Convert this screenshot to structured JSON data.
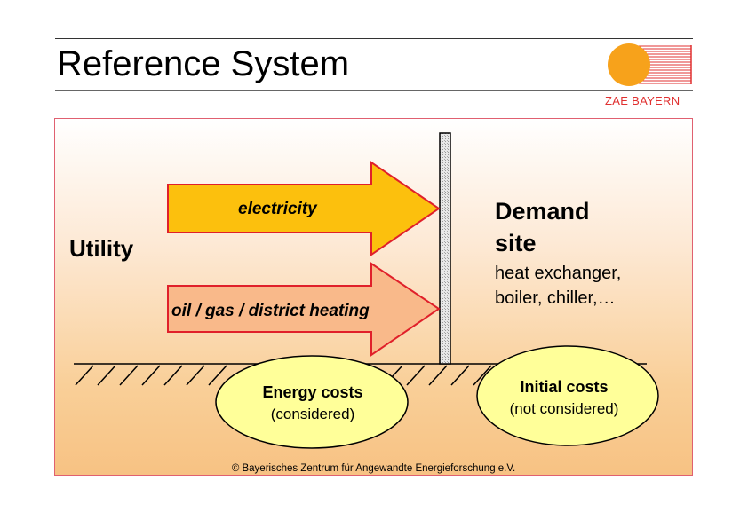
{
  "header": {
    "title": "Reference System",
    "logo_text": "ZAE BAYERN"
  },
  "colors": {
    "logo_sun": "#f7a21b",
    "logo_lines": "#e03030",
    "arrow_electricity_fill": "#fcc00d",
    "arrow_heat_fill": "#f9b98a",
    "arrow_stroke": "#e0202a",
    "ellipse_fill": "#ffff99",
    "panel_border": "#e06070"
  },
  "diagram": {
    "utility_label": "Utility",
    "arrows": [
      {
        "label": "electricity"
      },
      {
        "label": "oil / gas / district heating"
      }
    ],
    "demand_site": {
      "title_line1": "Demand",
      "title_line2": "site",
      "sub_line1": "heat exchanger,",
      "sub_line2": "boiler, chiller,…"
    },
    "ellipses": [
      {
        "title": "Energy costs",
        "subtitle": "(considered)"
      },
      {
        "title": "Initial costs",
        "subtitle": "(not considered)"
      }
    ]
  },
  "footer": {
    "copyright": "© Bayerisches Zentrum für Angewandte Energieforschung e.V."
  }
}
